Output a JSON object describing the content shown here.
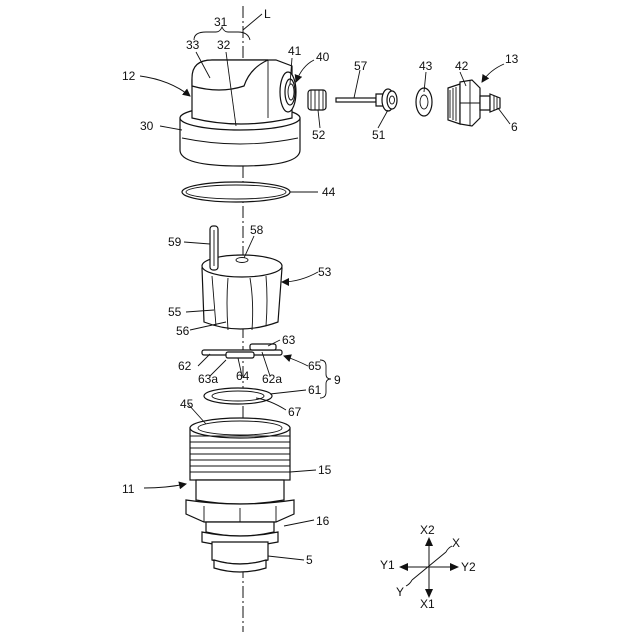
{
  "labels": {
    "L": "L",
    "p31": "31",
    "p33": "33",
    "p32": "32",
    "p41": "41",
    "p40": "40",
    "p57": "57",
    "p43": "43",
    "p42": "42",
    "p13": "13",
    "p12": "12",
    "p52": "52",
    "p51": "51",
    "p6": "6",
    "p30": "30",
    "p44": "44",
    "p59": "59",
    "p58": "58",
    "p53": "53",
    "p55": "55",
    "p56": "56",
    "p63": "63",
    "p62": "62",
    "p64": "64",
    "p65": "65",
    "p63a": "63a",
    "p62a": "62a",
    "p9": "9",
    "p61": "61",
    "p67": "67",
    "p45": "45",
    "p15": "15",
    "p11": "11",
    "p16": "16",
    "p5": "5"
  },
  "axes": {
    "X2": "X2",
    "X": "X",
    "Y1": "Y1",
    "Y2": "Y2",
    "Y": "Y",
    "X1": "X1"
  }
}
